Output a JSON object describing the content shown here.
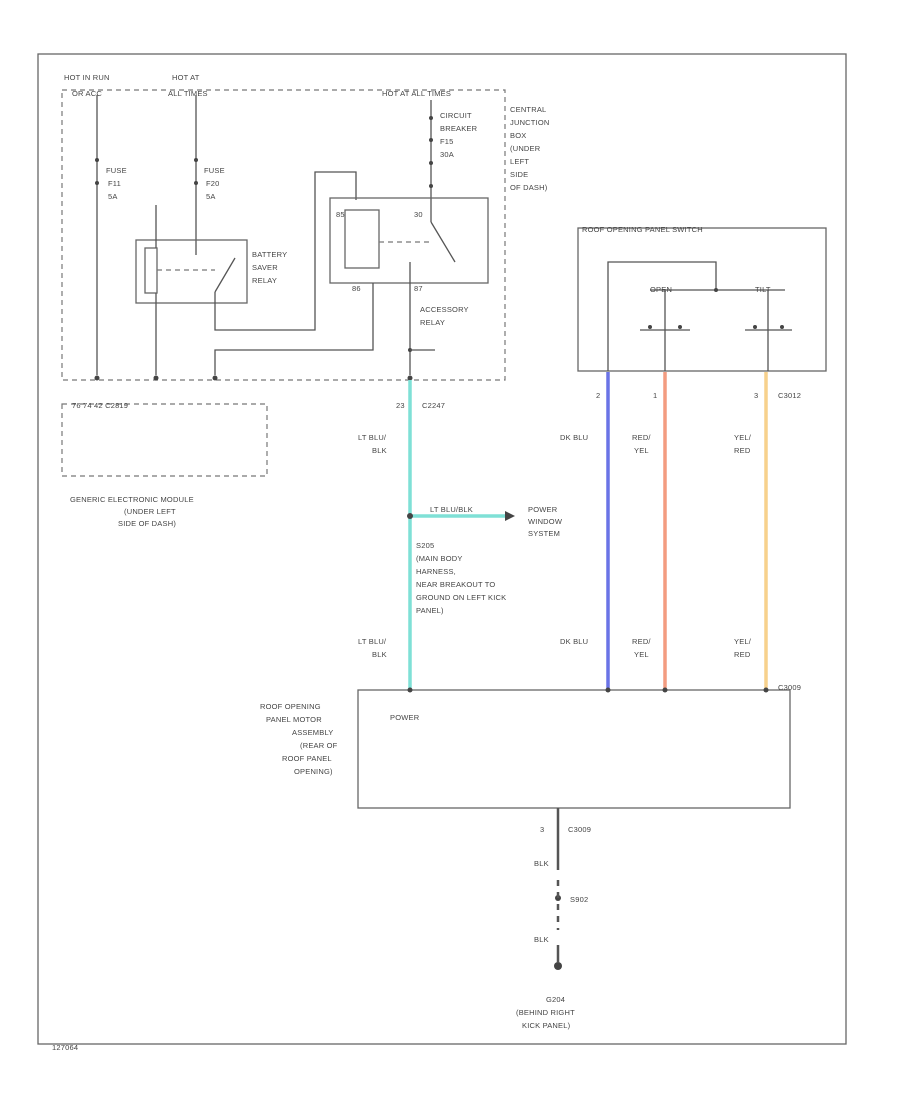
{
  "labels": {
    "hot_in_run_1": "HOT IN RUN",
    "hot_in_run_2": "OR ACC",
    "hot_at_all_1": "HOT AT",
    "hot_at_all_2": "ALL TIMES",
    "hot_at_all_timer": "HOT AT ALL TIMES",
    "fuse_a_1": "FUSE",
    "fuse_a_2": "F11",
    "fuse_a_3": "5A",
    "fuse_b_1": "FUSE",
    "fuse_b_2": "F20",
    "fuse_b_3": "5A",
    "breaker_1": "CIRCUIT",
    "breaker_2": "BREAKER",
    "breaker_3": "F15",
    "breaker_4": "30A",
    "cjb_1": "CENTRAL",
    "cjb_2": "JUNCTION",
    "cjb_3": "BOX",
    "cjb_4": "(UNDER",
    "cjb_5": "LEFT",
    "cjb_6": "SIDE",
    "cjb_7": "OF DASH)",
    "battery_saver_1": "BATTERY",
    "battery_saver_2": "SAVER",
    "battery_saver_3": "RELAY",
    "accessory_relay_1": "ACCESSORY",
    "accessory_relay_2": "RELAY",
    "pin_85": "85",
    "pin_86": "86",
    "pin_30": "30",
    "pin_87": "87",
    "gem_pins": "76    74    42   C2819",
    "gem_1": "GENERIC ELECTRONIC MODULE",
    "gem_2": "(UNDER LEFT",
    "gem_3": "SIDE OF DASH)",
    "switch_title": "ROOF OPENING PANEL SWITCH",
    "switch_open": "OPEN",
    "switch_tilt": "TILT",
    "pin_23": "23",
    "c2247": "C2247",
    "sw_pin_2": "2",
    "sw_pin_1": "1",
    "sw_pin_3": "3",
    "c3012": "C3012",
    "wire_ltblu_1": "LT BLU/",
    "wire_ltblu_2": "BLK",
    "wire_dkblu": "DK BLU",
    "wire_red_1": "RED/",
    "wire_red_2": "YEL",
    "wire_yel_1": "YEL/",
    "wire_yel_2": "RED",
    "splice_wire": "LT BLU/BLK",
    "power_window_1": "POWER",
    "power_window_2": "WINDOW",
    "power_window_3": "SYSTEM",
    "s205_1": "S205",
    "s205_2": "(MAIN BODY",
    "s205_3": "HARNESS,",
    "s205_4": "NEAR BREAKOUT TO",
    "s205_5": "GROUND ON LEFT KICK",
    "s205_6": "PANEL)",
    "motor_1": "ROOF OPENING",
    "motor_2": "PANEL MOTOR",
    "motor_3": "ASSEMBLY",
    "motor_4": "(REAR OF",
    "motor_5": "ROOF PANEL",
    "motor_6": "OPENING)",
    "power": "POWER",
    "c3009": "C3009",
    "gnd_pin": "3",
    "gnd_conn": "C3009",
    "blk_1": "BLK",
    "blk_2": "BLK",
    "s902": "S902",
    "g204_1": "G204",
    "g204_2": "(BEHIND RIGHT",
    "g204_3": "KICK PANEL)",
    "fig_id": "127064"
  },
  "colors": {
    "lt_blu_blk": "#7fe0d6",
    "dk_blu": "#6a73e6",
    "red_yel": "#f39c80",
    "yel_red": "#f7d18c"
  }
}
